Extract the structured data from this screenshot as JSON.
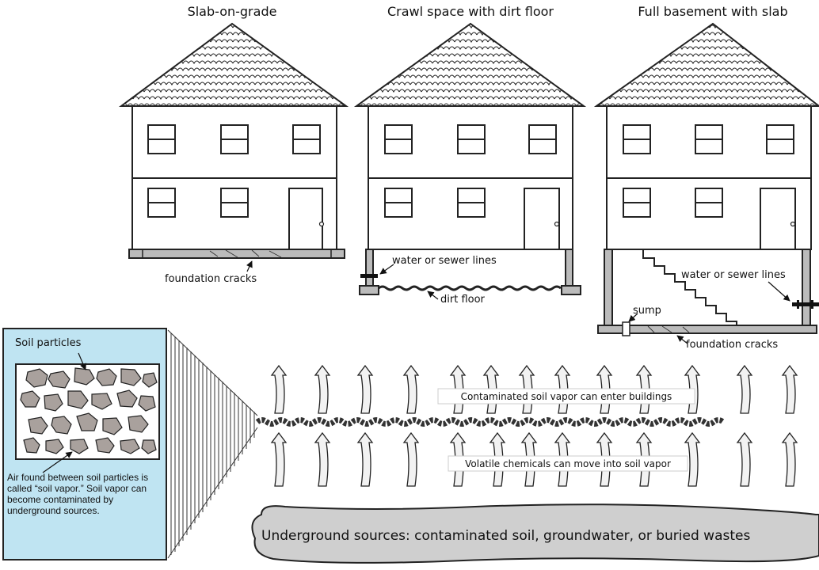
{
  "houses": [
    {
      "title": "Slab-on-grade",
      "labels": {
        "foundation_cracks": "foundation cracks"
      }
    },
    {
      "title": "Crawl space with dirt floor",
      "labels": {
        "water_sewer": "water or sewer lines",
        "dirt_floor": "dirt floor"
      }
    },
    {
      "title": "Full basement with slab",
      "labels": {
        "water_sewer": "water or sewer lines",
        "sump": "sump",
        "foundation_cracks": "foundation cracks"
      }
    }
  ],
  "soil_panel": {
    "title": "Soil particles",
    "description": "Air found between soil particles is called “soil vapor.”  Soil vapor can become contaminated by underground sources."
  },
  "flow": {
    "upper": "Contaminated soil vapor can enter buildings",
    "lower": "Volatile chemicals can move into soil vapor"
  },
  "source": "Underground sources:  contaminated  soil, groundwater, or buried wastes",
  "colors": {
    "panel_fill": "#bfe4f2",
    "roof_fill": "#ffffff",
    "stone_fill": "#a9a19d",
    "source_fill": "#cfcfcf",
    "line": "#222222"
  }
}
